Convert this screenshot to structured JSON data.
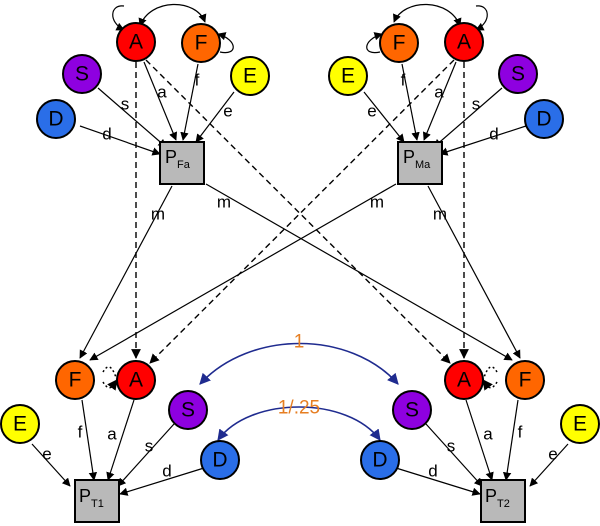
{
  "colors": {
    "A": "#ff0000",
    "F": "#ff6600",
    "E": "#ffff00",
    "S": "#8e00e0",
    "D": "#2a6ee8",
    "box": "#b9b9b9",
    "corr_arrow": "#1f2b8f",
    "corr_label": "#e67e22"
  },
  "nodes": {
    "father_A": "A",
    "father_F": "F",
    "father_S": "S",
    "father_E": "E",
    "father_D": "D",
    "mother_F": "F",
    "mother_A": "A",
    "mother_E": "E",
    "mother_S": "S",
    "mother_D": "D",
    "twin1_F": "F",
    "twin1_A": "A",
    "twin1_E": "E",
    "twin1_S": "S",
    "twin1_D": "D",
    "twin2_A": "A",
    "twin2_F": "F",
    "twin2_S": "S",
    "twin2_E": "E",
    "twin2_D": "D"
  },
  "boxes": {
    "father": {
      "main": "P",
      "sub": "Fa"
    },
    "mother": {
      "main": "P",
      "sub": "Ma"
    },
    "twin1": {
      "main": "P",
      "sub": "T1"
    },
    "twin2": {
      "main": "P",
      "sub": "T2"
    }
  },
  "path_labels": {
    "a": "a",
    "f": "f",
    "s": "s",
    "e": "e",
    "d": "d",
    "m": "m"
  },
  "correlations": {
    "A": "1",
    "D": "1/.25"
  }
}
